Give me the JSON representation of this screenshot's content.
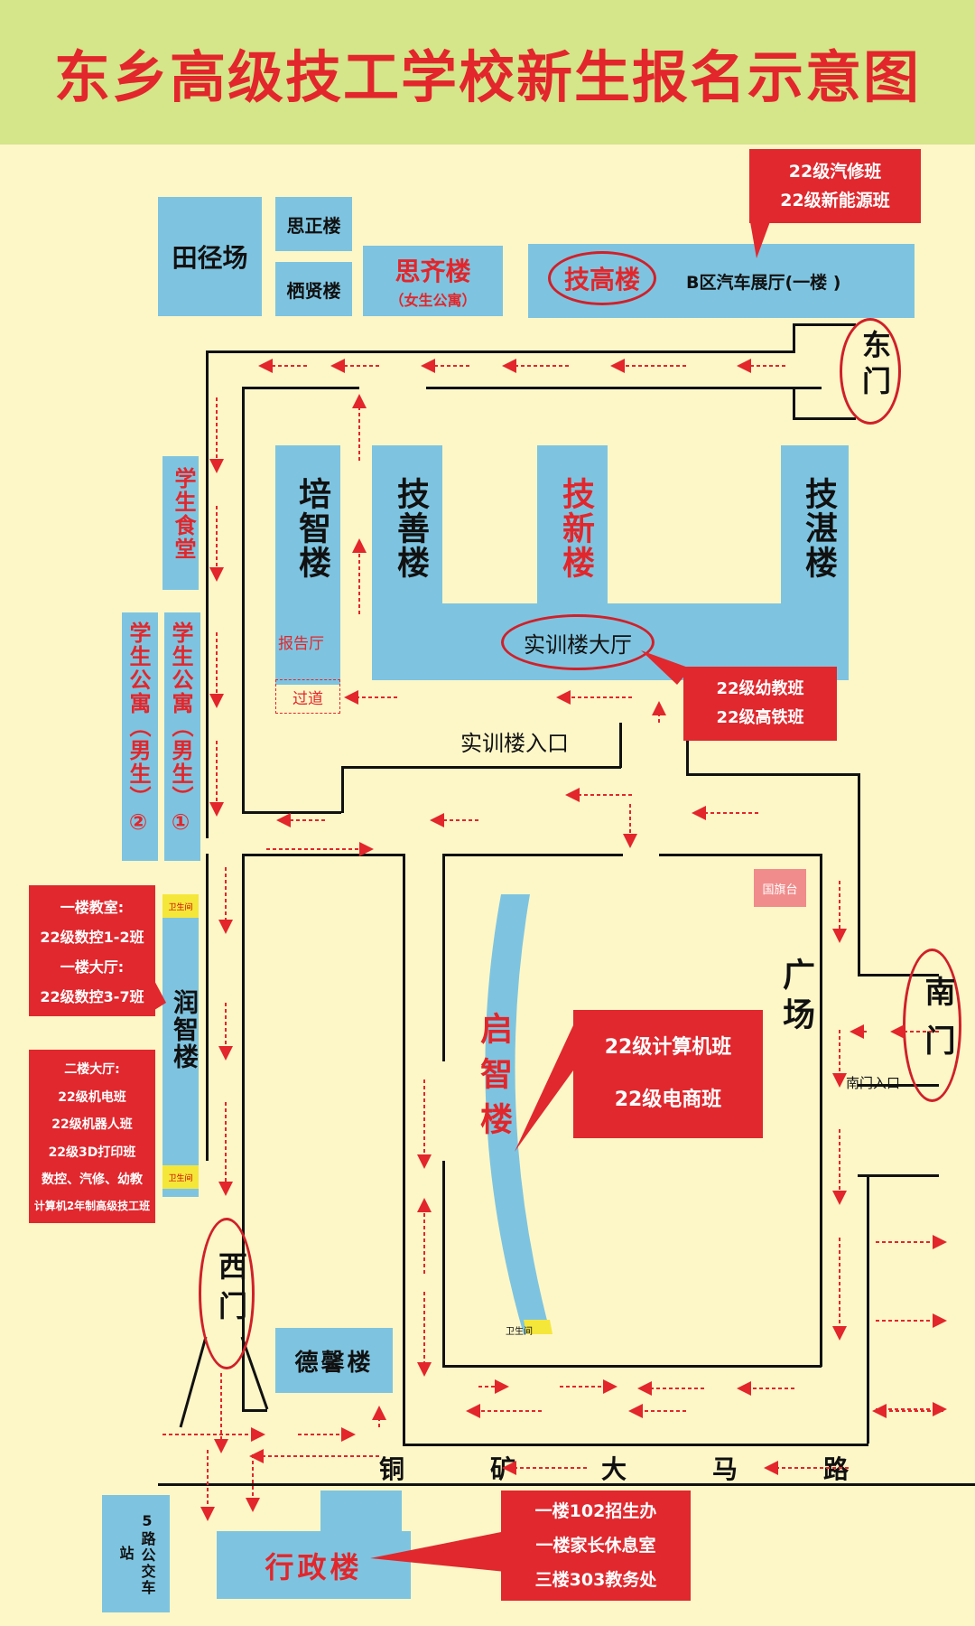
{
  "title": "东乡高级技工学校新生报名示意图",
  "colors": {
    "title_bg": "#d4e58a",
    "title_text": "#e2262b",
    "background": "#fdf7c8",
    "building": "#7ec4e0",
    "callout": "#e0282e",
    "arrow": "#e2262b",
    "wall": "#111111"
  },
  "buildings": {
    "tianjingchang": "田径场",
    "sizheng": "思正楼",
    "qixian": "栖贤楼",
    "siqi": "思齐楼",
    "siqi_note": "（女生公寓）",
    "jigao": "技高楼",
    "b_zone": "B区汽车展厅(一楼 )",
    "peizhi": "培智楼",
    "baogaoting": "报告厅",
    "guodao": "过道",
    "jishan": "技善楼",
    "jixin": "技新楼",
    "jizhan": "技湛楼",
    "training_hall": "实训楼大厅",
    "training_entry": "实训楼入口",
    "canteen": "学生食堂",
    "dorm_boys_2": "学生公寓（男生）②",
    "dorm_boys_1": "学生公寓（男生）①",
    "runzhi": "润智楼",
    "toilet": "卫生间",
    "qizhi": "启智楼",
    "square": "广场",
    "flag": "国旗台",
    "dexin": "德馨楼",
    "admin": "行政楼",
    "bus": "5路公交车站"
  },
  "gates": {
    "east": "东门",
    "south": "南门",
    "south_entry": "南门入口",
    "west": "西门"
  },
  "road": {
    "name": [
      "铜",
      "矿",
      "大",
      "马",
      "路"
    ]
  },
  "callouts": {
    "jigao": [
      "22级汽修班",
      "22级新能源班"
    ],
    "training_hall": [
      "22级幼教班",
      "22级高铁班"
    ],
    "runzhi_1": [
      "一楼教室:",
      "22级数控1-2班",
      "一楼大厅:",
      "22级数控3-7班"
    ],
    "runzhi_2": [
      "二楼大厅:",
      "22级机电班",
      "22级机器人班",
      "22级3D打印班",
      "数控、汽修、幼教",
      "计算机2年制高级技工班"
    ],
    "qizhi": [
      "22级计算机班",
      "22级电商班"
    ],
    "admin": [
      "一楼102招生办",
      "一楼家长休息室",
      "三楼303教务处"
    ]
  }
}
